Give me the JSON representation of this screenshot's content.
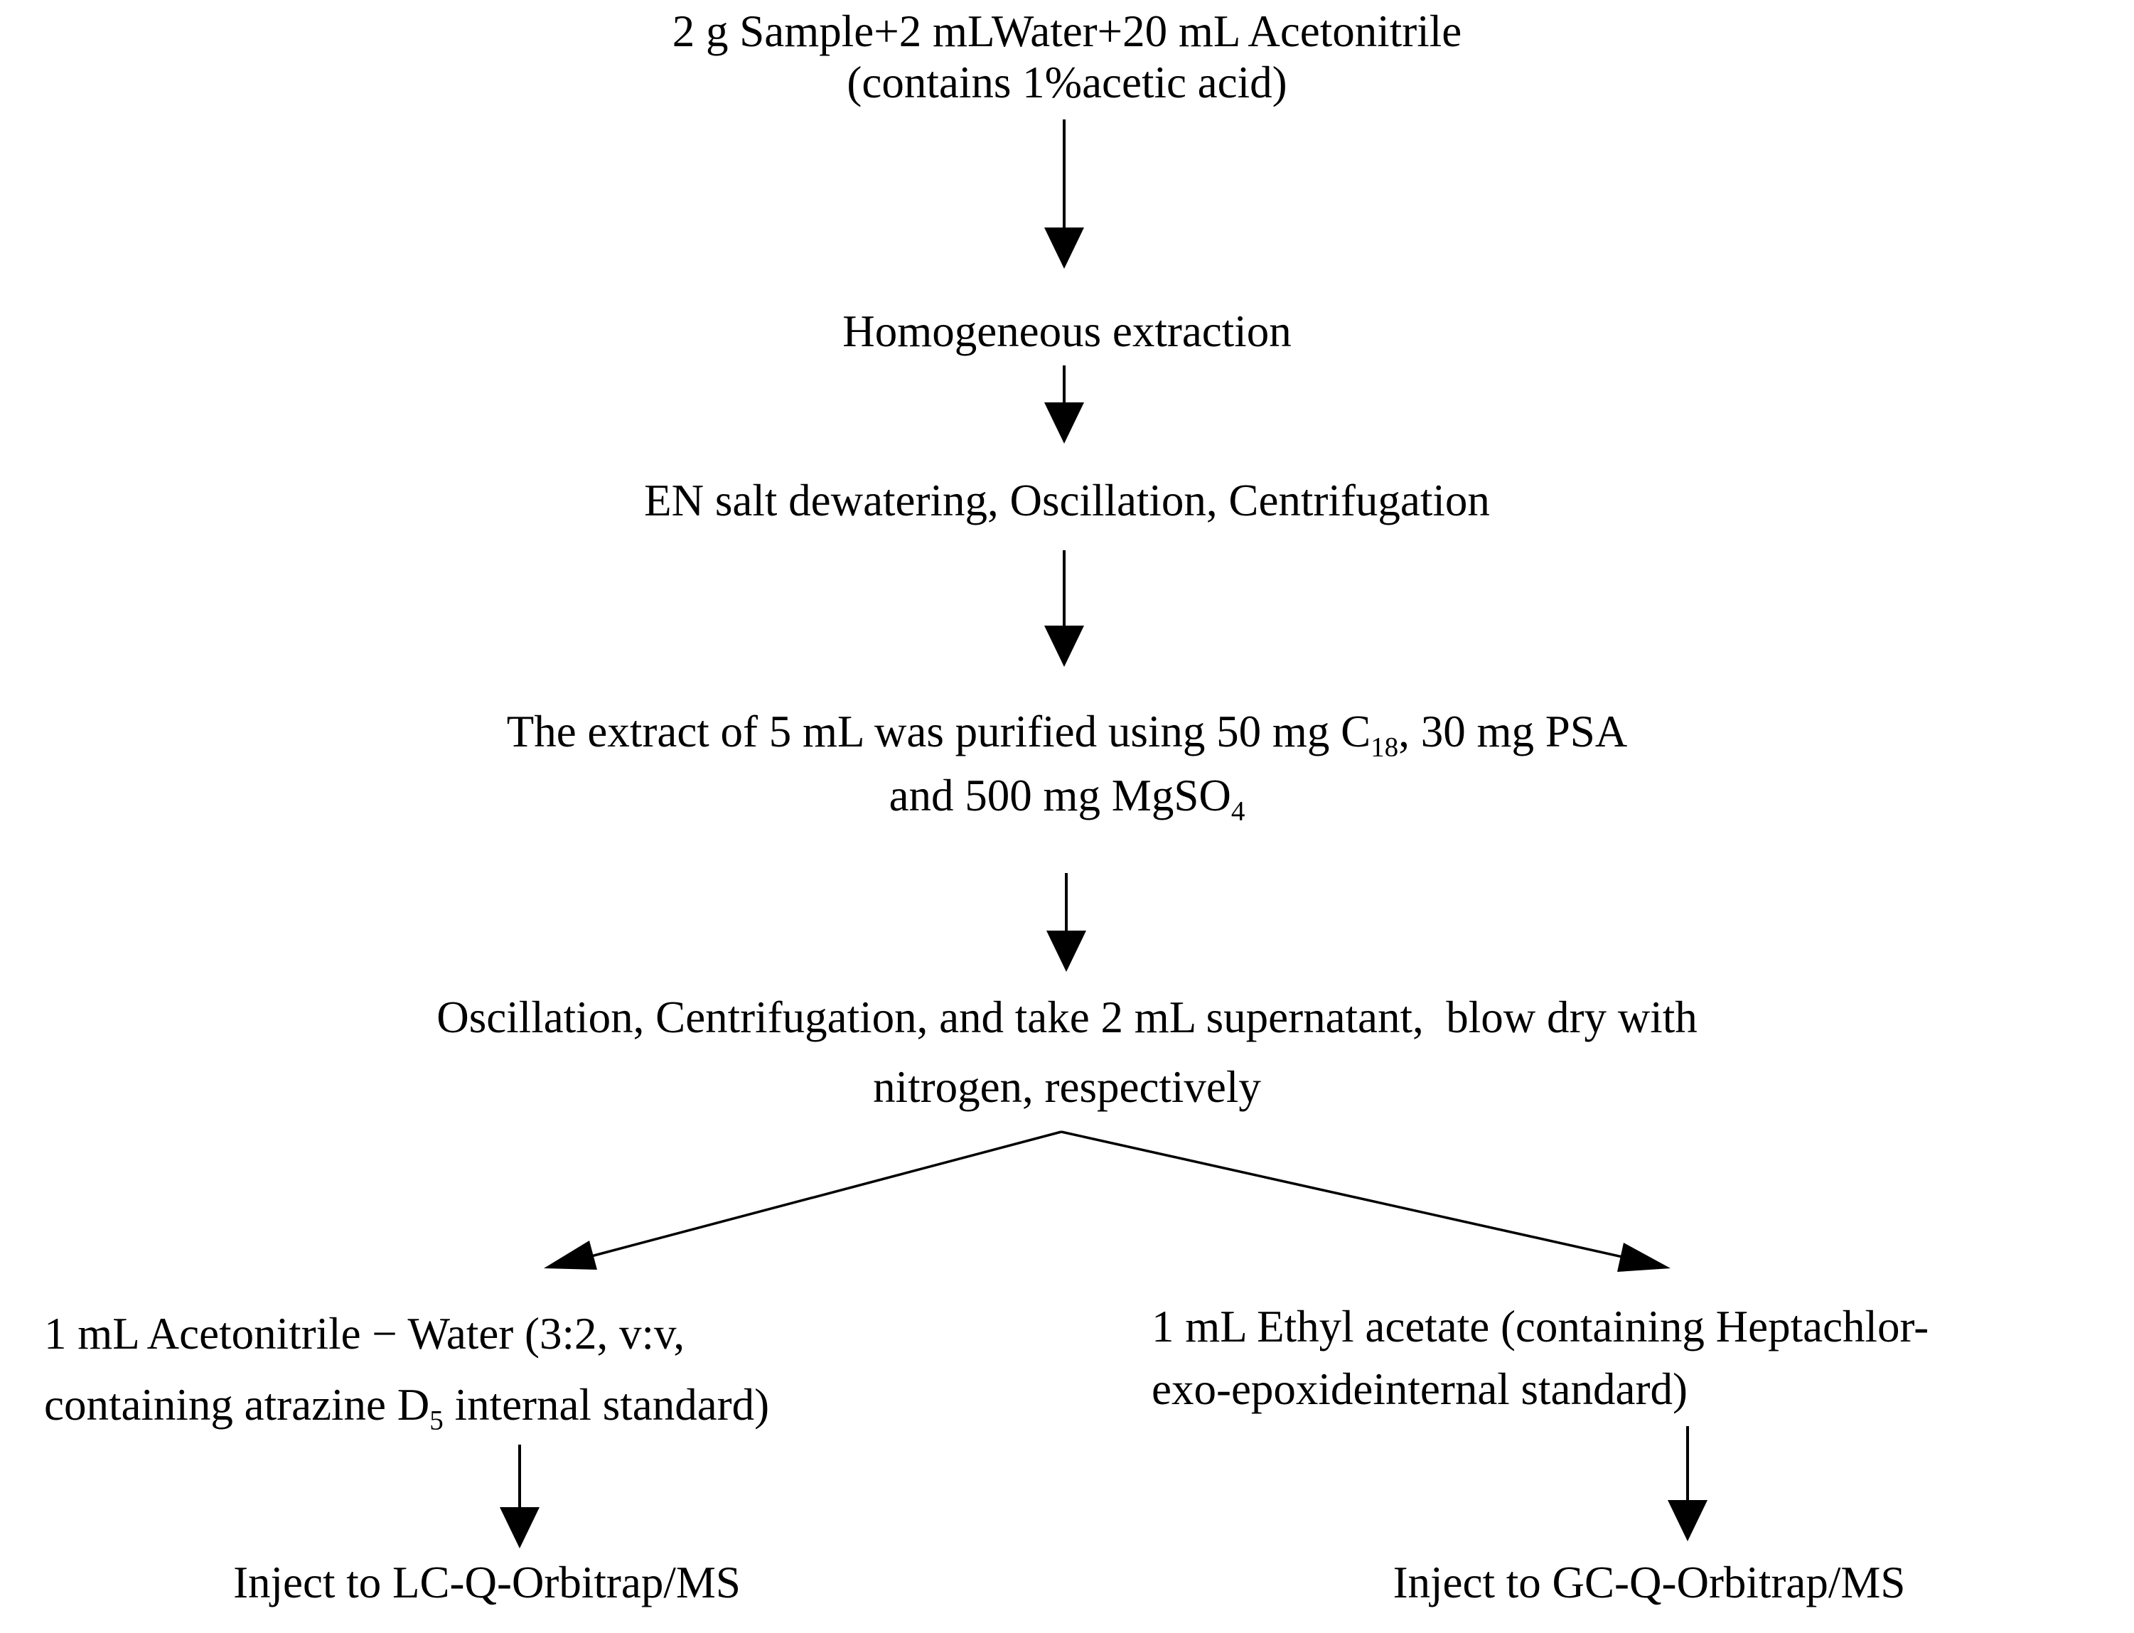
{
  "diagram": {
    "type": "flowchart",
    "colors": {
      "background": "#ffffff",
      "text": "#000000",
      "arrow": "#000000"
    },
    "nodes": {
      "step1": {
        "line1": "2 g Sample+2 mLWater+20 mL Acetonitrile",
        "line2": "(contains 1%acetic acid)"
      },
      "step2": {
        "label": "Homogeneous extraction"
      },
      "step3": {
        "label": "EN salt dewatering, Oscillation, Centrifugation"
      },
      "step4": {
        "line1_pre": "The extract of 5 mL was purified using 50 mg C",
        "line1_sub": "18",
        "line1_post": ", 30 mg PSA",
        "line2_pre": "and 500 mg MgSO",
        "line2_sub": "4"
      },
      "step5": {
        "line1": "Oscillation, Centrifugation, and take 2 mL supernatant,  blow dry with",
        "line2": "nitrogen, respectively"
      },
      "branch_left": {
        "line1": "1 mL Acetonitrile − Water (3:2, v:v,",
        "line2_pre": "containing atrazine D",
        "line2_sub": "5",
        "line2_post": " internal standard)"
      },
      "branch_right": {
        "line1": "1 mL Ethyl acetate (containing Heptachlor-",
        "line2": "exo-epoxideinternal standard)"
      },
      "inject_left": {
        "label": "Inject to LC-Q-Orbitrap/MS"
      },
      "inject_right": {
        "label": "Inject to GC-Q-Orbitrap/MS"
      }
    }
  }
}
